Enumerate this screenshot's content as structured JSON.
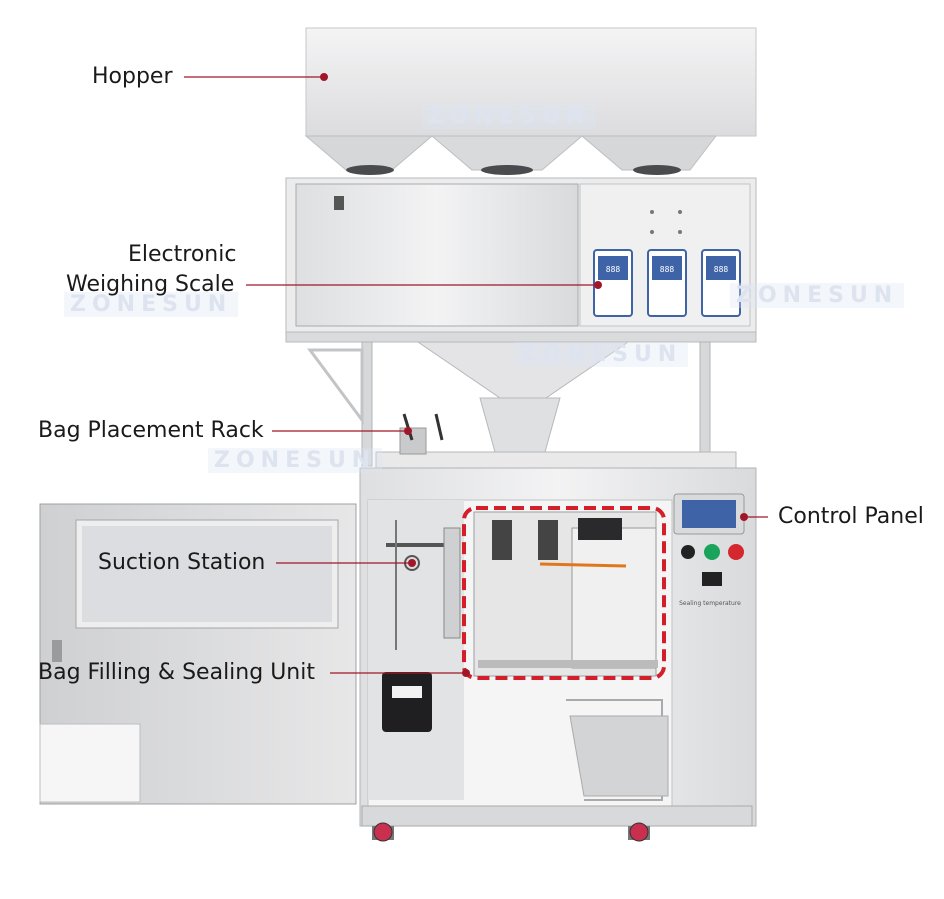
{
  "brand": "ZONESUN",
  "colors": {
    "leader": "#a0172a",
    "dot": "#a0172a",
    "highlight": "#d21f2a",
    "machine": "#e9e9ea",
    "machine_shade": "#cfd0d2",
    "screen": "#3e63a6"
  },
  "labels": {
    "hopper": "Hopper",
    "scale_line1": "Electronic",
    "scale_line2": "Weighing Scale",
    "rack": "Bag Placement Rack",
    "suction": "Suction Station",
    "filling": "Bag Filling & Sealing Unit",
    "control": "Control Panel"
  },
  "panel_text": {
    "line1": "Sealing temperature"
  },
  "controller_readouts": [
    "888",
    "888",
    "888"
  ]
}
